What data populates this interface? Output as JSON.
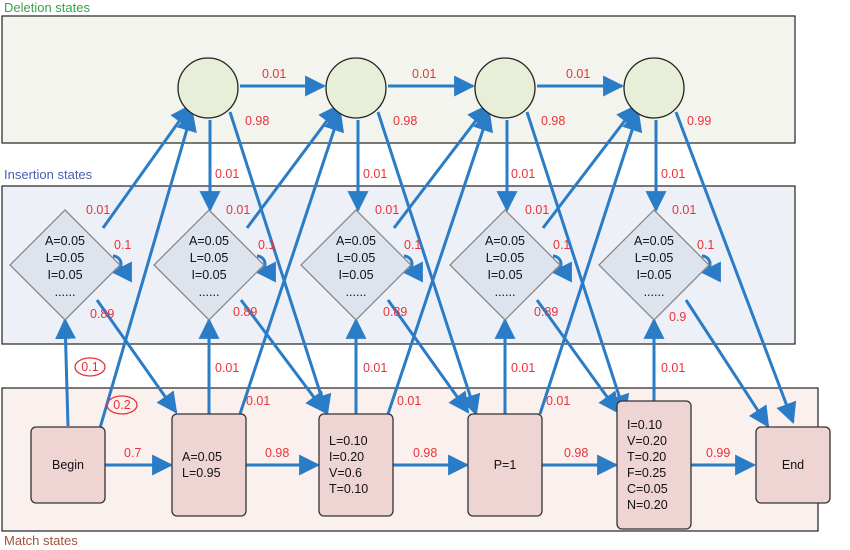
{
  "layers": {
    "deletion": "Deletion states",
    "insertion": "Insertion states",
    "match": "Match states"
  },
  "colors": {
    "arrow": "#2a7cc7",
    "prob_text": "#e8323a",
    "deletion_fill": "#e7efd8",
    "insertion_fill": "#dde4ee",
    "match_fill": "#efd4d4"
  },
  "insertion_states": [
    {
      "lines": [
        "A=0.05",
        "L=0.05",
        "I=0.05",
        "......"
      ]
    },
    {
      "lines": [
        "A=0.05",
        "L=0.05",
        "I=0.05",
        "......"
      ]
    },
    {
      "lines": [
        "A=0.05",
        "L=0.05",
        "I=0.05",
        "......"
      ]
    },
    {
      "lines": [
        "A=0.05",
        "L=0.05",
        "I=0.05",
        "......"
      ]
    },
    {
      "lines": [
        "A=0.05",
        "L=0.05",
        "I=0.05",
        "......"
      ]
    }
  ],
  "match_states": [
    {
      "lines": [
        "Begin"
      ]
    },
    {
      "lines": [
        "A=0.05",
        "L=0.95"
      ]
    },
    {
      "lines": [
        "L=0.10",
        "I=0.20",
        "V=0.6",
        "T=0.10"
      ]
    },
    {
      "lines": [
        "P=1"
      ]
    },
    {
      "lines": [
        "I=0.10",
        "V=0.20",
        "T=0.20",
        "F=0.25",
        "C=0.05",
        "N=0.20"
      ]
    },
    {
      "lines": [
        "End"
      ]
    }
  ],
  "probabilities": {
    "del_to_del": [
      "0.01",
      "0.01",
      "0.01"
    ],
    "del_to_match": [
      "0.98",
      "0.98",
      "0.98",
      "0.99"
    ],
    "del_to_ins": [
      "0.01",
      "0.01",
      "0.01",
      "0.01"
    ],
    "ins_to_del": [
      "0.01",
      "0.01",
      "0.01",
      "0.01",
      "0.01"
    ],
    "ins_self": [
      "0.1",
      "0.1",
      "0.1",
      "0.1",
      "0.1"
    ],
    "ins_to_match": [
      "0.89",
      "0.89",
      "0.89",
      "0.89",
      "0.9"
    ],
    "match_to_ins": [
      "0.1",
      "0.01",
      "0.01",
      "0.01",
      "0.01"
    ],
    "match_to_match": [
      "0.7",
      "0.98",
      "0.98",
      "0.98",
      "0.99"
    ],
    "match_to_del": [
      "0.2",
      "0.01",
      "0.01",
      "0.01"
    ]
  }
}
